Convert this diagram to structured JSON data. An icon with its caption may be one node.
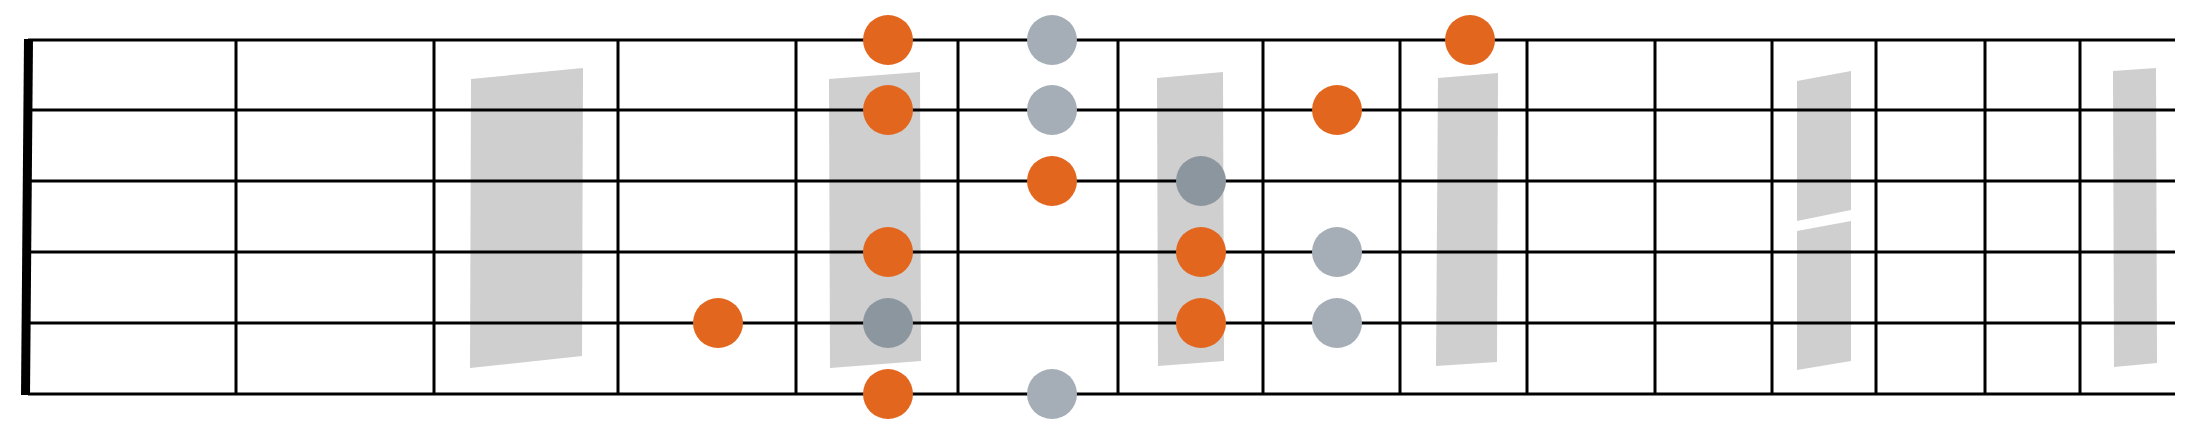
{
  "diagram": {
    "nodes": [
      {
        "text": [],
        "shape": "circle"
      },
      {
        "text": [],
        "shape": "circle"
      },
      {
        "text": [],
        "shape": "circle"
      },
      {
        "text": [],
        "shape": "circle"
      },
      {
        "text": [],
        "shape": "circle"
      },
      {
        "text": [],
        "shape": "circle"
      },
      {
        "text": [],
        "shape": "circle"
      },
      {
        "text": [],
        "shape": "circle"
      },
      {
        "text": [],
        "shape": "circle"
      },
      {
        "text": [],
        "shape": "circle"
      },
      {
        "text": [],
        "shape": "circle"
      },
      {
        "text": [],
        "shape": "circle"
      },
      {
        "text": [],
        "shape": "circle"
      },
      {
        "text": [],
        "shape": "circle"
      },
      {
        "text": [],
        "shape": "circle"
      },
      {
        "text": [],
        "shape": "circle"
      },
      {
        "text": [],
        "shape": "circle"
      }
    ]
  }
}
